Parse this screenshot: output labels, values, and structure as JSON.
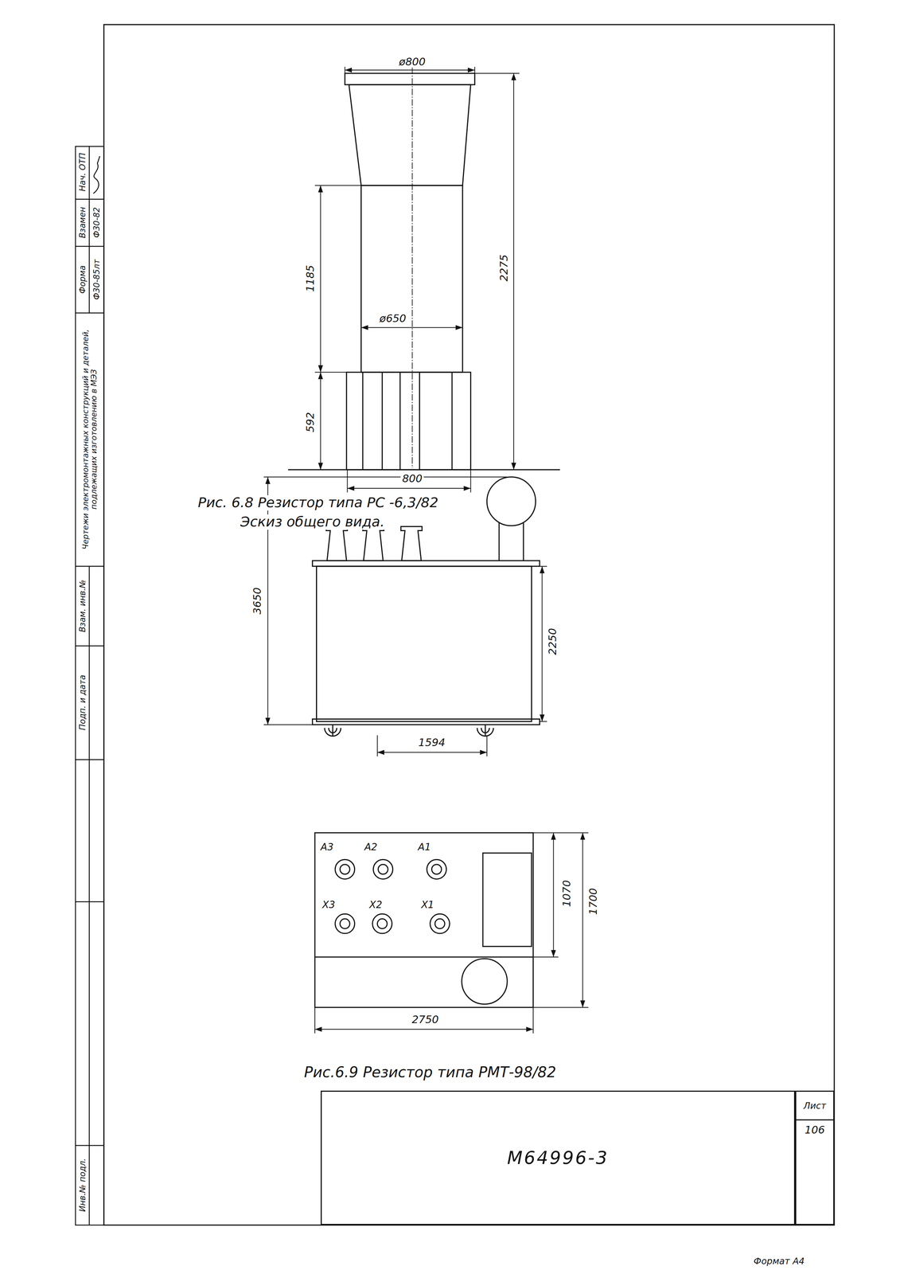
{
  "diagram": {
    "nodes": [
      {
        "text": [
          "М64996-3"
        ]
      },
      {
        "text": [
          "Лист",
          "106"
        ]
      }
    ],
    "labels": [
      "ø800",
      "1185",
      "ø650",
      "2275",
      "592",
      "800",
      "Рис. 6.8 Резистор типа РС -6,3/82",
      "Эскиз общего вида.",
      "3650",
      "2250",
      "1594",
      "А3",
      "А2",
      "А1",
      "Х3",
      "Х2",
      "Х1",
      "1070",
      "1700",
      "2750",
      "Рис.6.9 Резистор типа РМТ-98/82",
      "Нач. ОТП",
      "Взамен",
      "Ф30-82",
      "Форма",
      "Ф30-85лт",
      "Чертежи электромонтажных конструкций и деталей, подлежащих изготовлению в МЭЗ",
      "Взам. инв.№",
      "Подп. и дата",
      "Инв.№ подл.",
      "Формат А4"
    ]
  }
}
